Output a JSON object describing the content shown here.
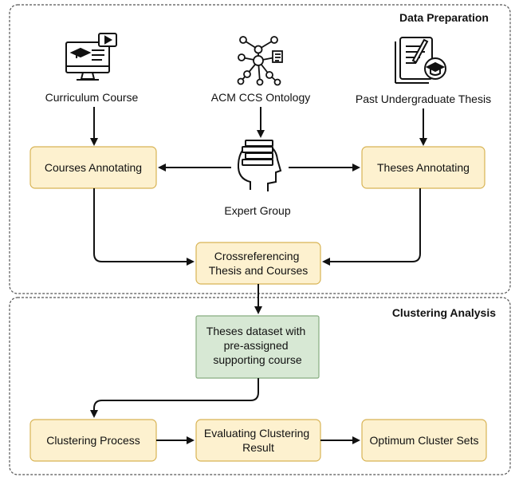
{
  "sections": {
    "data_preparation": "Data Preparation",
    "clustering_analysis": "Clustering Analysis"
  },
  "sources": {
    "curriculum": {
      "label": "Curriculum Course",
      "icon": "computer-course-icon"
    },
    "ontology": {
      "label": "ACM CCS Ontology",
      "icon": "network-ontology-icon"
    },
    "thesis": {
      "label": "Past Undergraduate Thesis",
      "icon": "thesis-document-icon"
    }
  },
  "expert": {
    "label": "Expert Group",
    "icon": "expert-head-icon"
  },
  "nodes": {
    "courses_annotating": [
      "Courses Annotating"
    ],
    "theses_annotating": [
      "Theses Annotating"
    ],
    "crossref": [
      "Crossreferencing",
      "Thesis and Courses"
    ],
    "dataset": [
      "Theses dataset with",
      "pre-assigned",
      "supporting course"
    ],
    "clustering_process": [
      "Clustering Process"
    ],
    "evaluating": [
      "Evaluating Clustering",
      "Result"
    ],
    "optimum": [
      "Optimum Cluster Sets"
    ]
  },
  "colors": {
    "node_fill": "#fdf1cf",
    "node_stroke": "#d8b354",
    "dataset_fill": "#d7e8d4",
    "dataset_stroke": "#87ad80",
    "arrow": "#111111",
    "border": "#555555"
  }
}
